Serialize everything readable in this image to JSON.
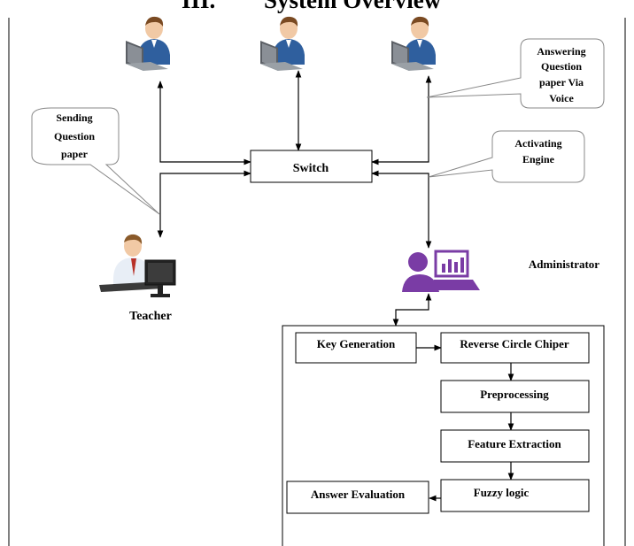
{
  "heading": {
    "number": "III.",
    "title": "System Overview"
  },
  "callouts": {
    "sending": [
      "Sending",
      "Question",
      "paper"
    ],
    "answering": [
      "Answering",
      "Question",
      "paper Via",
      "Voice"
    ],
    "activating": [
      "Activating",
      "Engine"
    ]
  },
  "nodes": {
    "switch": "Switch",
    "teacher": "Teacher",
    "administrator": "Administrator"
  },
  "process": {
    "key_generation": "Key Generation",
    "reverse_circle": "Reverse Circle Chiper",
    "preprocessing": "Preprocessing",
    "feature_extraction": "Feature Extraction",
    "fuzzy_logic": "Fuzzy logic",
    "answer_evaluation": "Answer Evaluation"
  },
  "icons": {
    "student": "student-laptop-icon",
    "teacher": "teacher-computer-icon",
    "admin": "admin-dashboard-icon"
  },
  "colors": {
    "line": "#000000",
    "callout_border": "#888888",
    "admin_purple": "#7a3ca5",
    "student_blue": "#2f5f9e",
    "laptop_gray": "#6b6f75"
  }
}
